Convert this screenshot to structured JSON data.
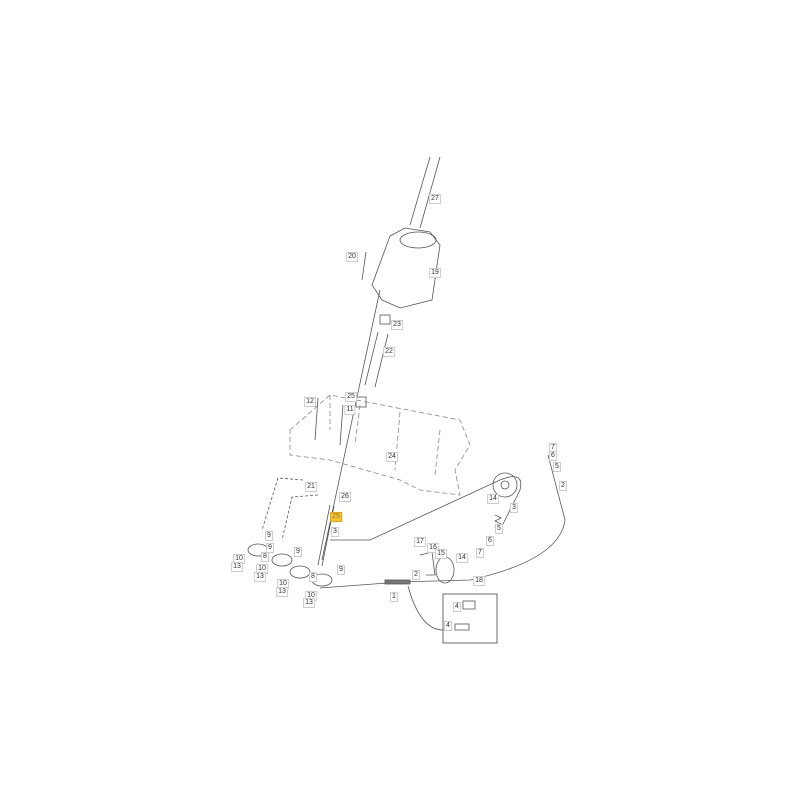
{
  "diagram": {
    "labels": {
      "l27": "27",
      "l20": "20",
      "l19": "19",
      "l23": "23",
      "l22": "22",
      "l25a": "25",
      "l12": "12",
      "l11": "11",
      "l24": "24",
      "l21": "21",
      "l26": "26",
      "l25b": "25",
      "l3a": "3",
      "l9a": "9",
      "l9b": "9",
      "l8a": "8",
      "l9c": "9",
      "l8b": "8",
      "l9d": "9",
      "l10a": "10",
      "l13a": "13",
      "l10b": "10",
      "l13b": "13",
      "l10c": "10",
      "l13c": "13",
      "l10d": "10",
      "l13d": "13",
      "l1": "1",
      "l2a": "2",
      "l17": "17",
      "l16": "16",
      "l15": "15",
      "l14a": "14",
      "l18": "18",
      "l14b": "14",
      "l3b": "3",
      "l5a": "5",
      "l6a": "6",
      "l7a": "7",
      "l7b": "7",
      "l6b": "6",
      "l5b": "5",
      "l2b": "2",
      "l4a": "4",
      "l4b": "4"
    },
    "highlight_color": "#f5c242"
  }
}
